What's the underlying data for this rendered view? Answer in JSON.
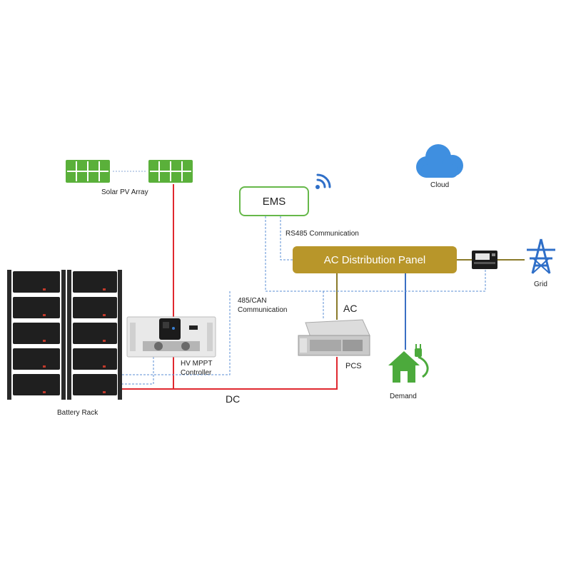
{
  "labels": {
    "solar": "Solar PV Array",
    "ems": "EMS",
    "rs485": "RS485 Communication",
    "cloud": "Cloud",
    "ac_panel": "AC Distribution Panel",
    "grid": "Grid",
    "can_line1": "485/CAN",
    "can_line2": "Communication",
    "ac": "AC",
    "mppt_line1": "HV MPPT",
    "mppt_line2": "Controller",
    "pcs": "PCS",
    "demand": "Demand",
    "dc": "DC",
    "battery": "Battery Rack"
  },
  "colors": {
    "dc_line": "#e0282f",
    "ac_line": "#8a7a2a",
    "demand_line": "#3a6fc4",
    "comm_line": "#5b8fd6",
    "solar": "#5ab03a",
    "ems_border": "#66b84a",
    "ac_panel": "#b8962a",
    "cloud": "#3f8fe0",
    "grid": "#2f6fc8",
    "house": "#4caa3c",
    "wifi": "#2f6fc8"
  },
  "icons": [
    "solar-panel-icon",
    "wifi-icon",
    "cloud-icon",
    "meter-icon",
    "transmission-tower-icon",
    "house-plug-icon",
    "battery-rack-icon",
    "mppt-controller-icon",
    "pcs-unit-icon"
  ]
}
